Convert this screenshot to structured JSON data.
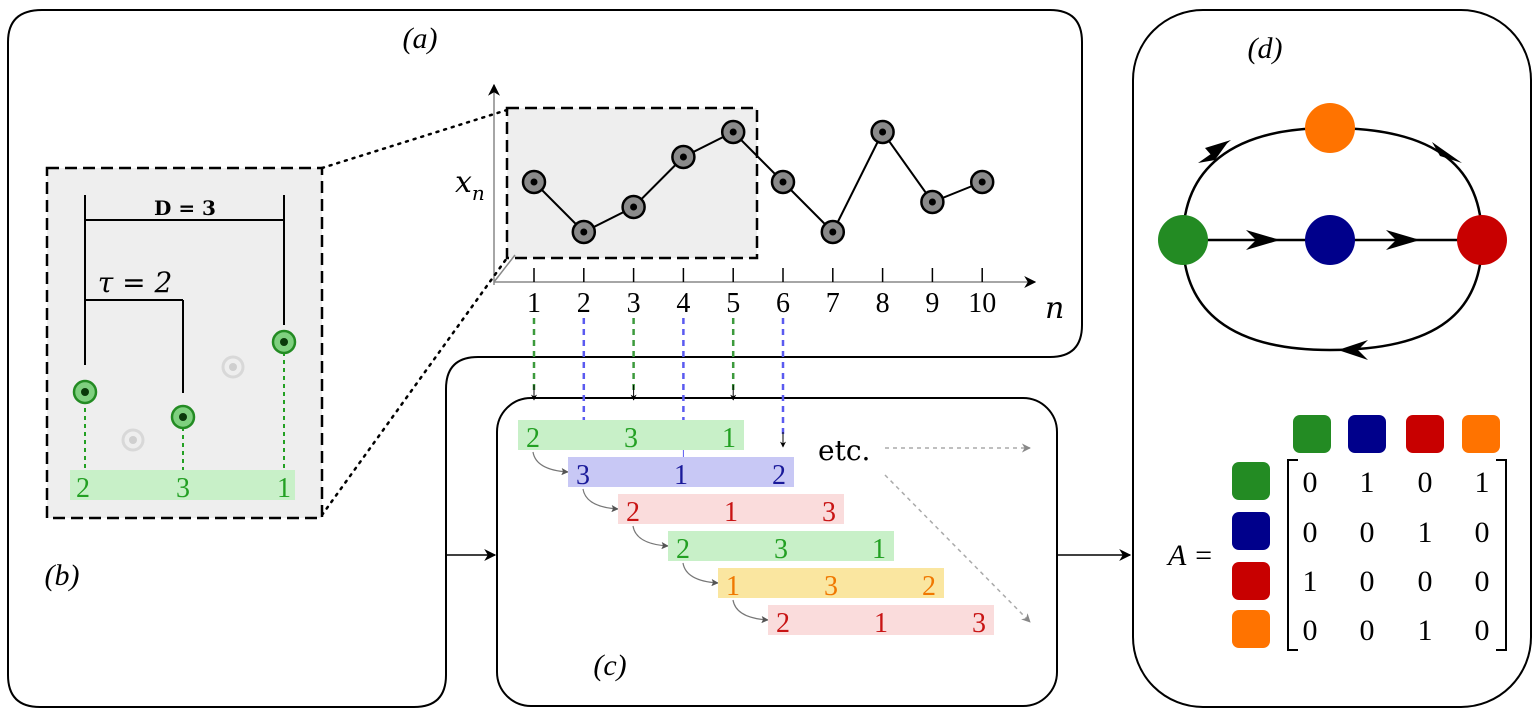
{
  "panels": {
    "a": "(a)",
    "b": "(b)",
    "c": "(c)",
    "d": "(d)"
  },
  "series": {
    "y_label": "x",
    "y_label_sub": "n",
    "x_label": "n",
    "ticks": [
      "1",
      "2",
      "3",
      "4",
      "5",
      "6",
      "7",
      "8",
      "9",
      "10"
    ],
    "values": [
      0.6,
      0.1,
      0.35,
      0.85,
      1.1,
      0.6,
      0.1,
      1.1,
      0.4,
      0.6
    ]
  },
  "embedding": {
    "D_label": "D = 3",
    "tau_label": "τ = 2",
    "pattern_digits": [
      "2",
      "3",
      "1"
    ]
  },
  "patterns": {
    "etc_label": "etc.",
    "rows": [
      {
        "digits": [
          "2",
          "3",
          "1"
        ],
        "state": "green"
      },
      {
        "digits": [
          "3",
          "1",
          "2"
        ],
        "state": "blue"
      },
      {
        "digits": [
          "2",
          "1",
          "3"
        ],
        "state": "red"
      },
      {
        "digits": [
          "2",
          "3",
          "1"
        ],
        "state": "green"
      },
      {
        "digits": [
          "1",
          "3",
          "2"
        ],
        "state": "orange"
      },
      {
        "digits": [
          "2",
          "1",
          "3"
        ],
        "state": "red"
      }
    ]
  },
  "graph": {
    "A_label": "A =",
    "matrix": [
      [
        "0",
        "1",
        "0",
        "1"
      ],
      [
        "0",
        "0",
        "1",
        "0"
      ],
      [
        "1",
        "0",
        "0",
        "0"
      ],
      [
        "0",
        "0",
        "1",
        "0"
      ]
    ]
  },
  "colors": {
    "green": "#238b23",
    "blue": "#00008b",
    "red": "#c80000",
    "orange": "#ff7300",
    "green_text": "#23a023",
    "blue_text": "#1a1a9a",
    "red_text": "#c81414",
    "orange_text": "#f07800",
    "green_band": "#c8f0c8",
    "blue_band": "#c8c8f5",
    "red_band": "#fadcdc",
    "orange_band": "#fae6a0"
  }
}
